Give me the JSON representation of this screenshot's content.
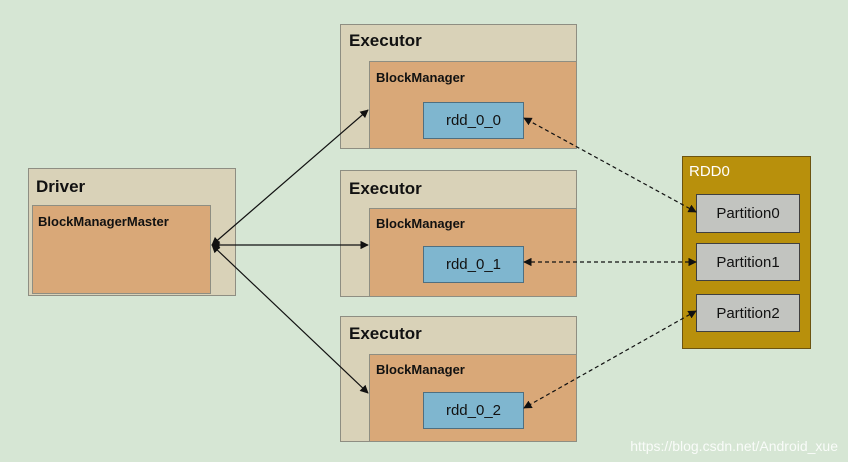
{
  "driver": {
    "title": "Driver",
    "master_label": "BlockManagerMaster"
  },
  "executors": [
    {
      "title": "Executor",
      "manager_label": "BlockManager",
      "block_label": "rdd_0_0"
    },
    {
      "title": "Executor",
      "manager_label": "BlockManager",
      "block_label": "rdd_0_1"
    },
    {
      "title": "Executor",
      "manager_label": "BlockManager",
      "block_label": "rdd_0_2"
    }
  ],
  "rdd": {
    "title": "RDD0",
    "partitions": [
      "Partition0",
      "Partition1",
      "Partition2"
    ]
  },
  "watermark": "https://blog.csdn.net/Android_xue",
  "colors": {
    "background": "#d6e6d4",
    "outer_box": "#d9d2b8",
    "inner_box": "#d9a878",
    "block": "#7fb6cf",
    "rdd_panel": "#b8900c",
    "partition": "#c2c4c0"
  }
}
